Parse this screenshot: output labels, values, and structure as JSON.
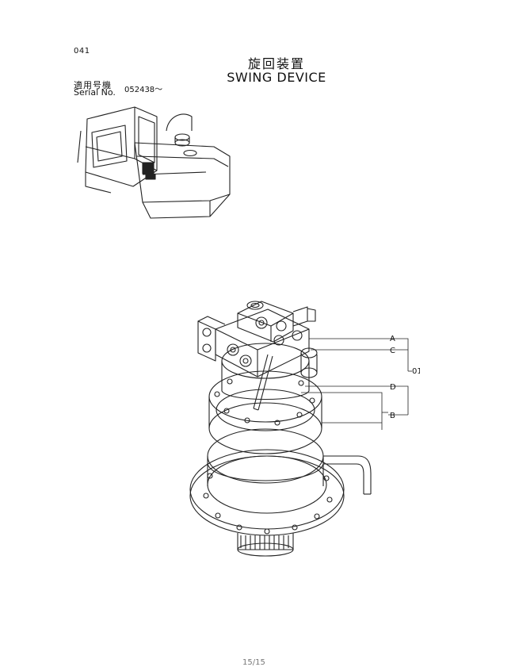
{
  "page": {
    "number": "041",
    "footer": "15/15"
  },
  "title": {
    "japanese": "旋回装置",
    "english": "SWING  DEVICE"
  },
  "serial": {
    "label_jp": "適用号機",
    "label_en": "Serial No.",
    "range": "052438～"
  },
  "callouts": {
    "a": "A",
    "b": "B",
    "c": "C",
    "d": "D",
    "group": "01"
  },
  "illustrations": {
    "machine_icon": "excavator-cab-icon",
    "main_part": "swing-device-drawing"
  },
  "colors": {
    "line": "#222222",
    "background": "#ffffff"
  }
}
